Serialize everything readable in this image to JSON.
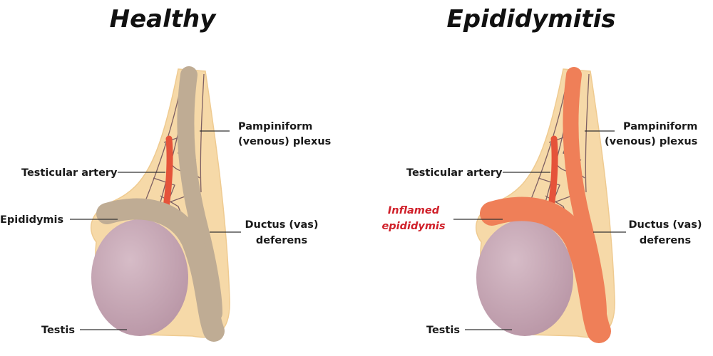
{
  "panels": [
    {
      "title": "Healthy",
      "labels": {
        "plexus_1": "Pampiniform",
        "plexus_2": "(venous) plexus",
        "artery": "Testicular artery",
        "epididymis_1": "Epididymis",
        "ductus_1": "Ductus (vas)",
        "ductus_2": "deferens",
        "testis": "Testis"
      }
    },
    {
      "title": "Epididymitis",
      "labels": {
        "plexus_1": "Pampiniform",
        "plexus_2": "(venous) plexus",
        "artery": "Testicular artery",
        "epididymis_1": "Inflamed",
        "epididymis_2": "epididymis",
        "ductus_1": "Ductus (vas)",
        "ductus_2": "deferens",
        "testis": "Testis"
      }
    }
  ],
  "colors": {
    "tunic": "#f6d9a8",
    "testis": "#c6a6b4",
    "healthy_epididymis": "#bfac94",
    "inflamed_epididymis": "#ef7f58",
    "artery": "#e5533a",
    "veins": "#7d5f63",
    "inflamed_label": "#d0202a"
  }
}
